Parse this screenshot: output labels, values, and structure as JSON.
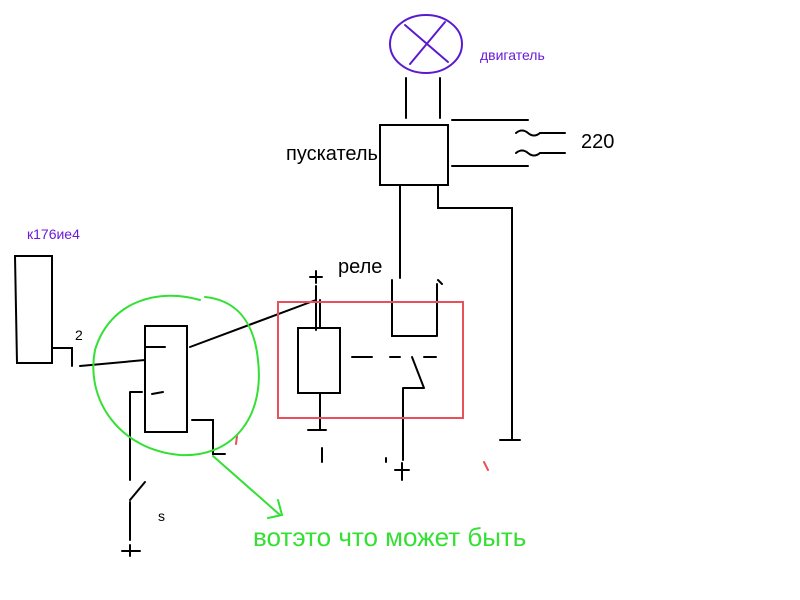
{
  "labels": {
    "motor": "двигатель",
    "starter": "пускатель",
    "voltage": "220",
    "chip": "к176ие4",
    "pin": "2",
    "relay": "реле",
    "switch": "s",
    "annotation": "вотэто что может быть",
    "plus1": "+",
    "plus2": "+",
    "plus3": "+"
  },
  "colors": {
    "ink": "#000000",
    "purple": "#6a1ad8",
    "red": "#e8505a",
    "green": "#33e033"
  }
}
